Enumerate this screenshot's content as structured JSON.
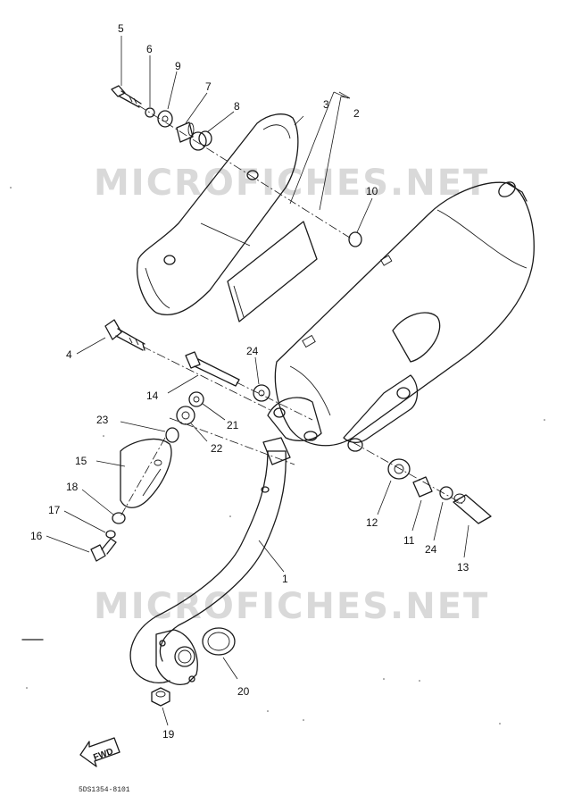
{
  "watermarks": [
    "MICROFICHES.NET",
    "MICROFICHES.NET"
  ],
  "callouts": [
    "1",
    "2",
    "3",
    "4",
    "5",
    "6",
    "7",
    "8",
    "9",
    "10",
    "11",
    "12",
    "13",
    "14",
    "15",
    "16",
    "17",
    "18",
    "19",
    "20",
    "21",
    "22",
    "23",
    "24",
    "24"
  ],
  "fwd_label": "FWD",
  "reference_code": "5DS1354-8101"
}
